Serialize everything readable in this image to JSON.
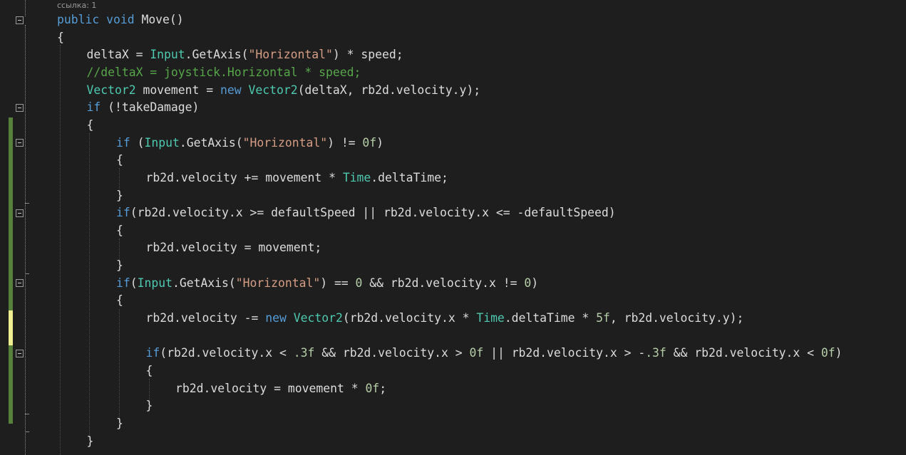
{
  "codelens": "ссылка: 1",
  "colors": {
    "background": "#1e1e1e",
    "text": "#dcdcdc",
    "keyword": "#569cd6",
    "type": "#4ec9b0",
    "string": "#d69d85",
    "number": "#b5cea8",
    "comment": "#57a64a",
    "saved_change": "#57803a",
    "unsaved_change": "#efef91"
  },
  "lines": [
    {
      "indent": 0,
      "tokens": [
        [
          "kw",
          "public"
        ],
        [
          "pl",
          " "
        ],
        [
          "kw",
          "void"
        ],
        [
          "pl",
          " Move()"
        ]
      ]
    },
    {
      "indent": 0,
      "tokens": [
        [
          "pl",
          "{"
        ]
      ]
    },
    {
      "indent": 1,
      "tokens": [
        [
          "pl",
          "deltaX = "
        ],
        [
          "ty",
          "Input"
        ],
        [
          "pl",
          ".GetAxis("
        ],
        [
          "str",
          "\"Horizontal\""
        ],
        [
          "pl",
          ") * speed;"
        ]
      ]
    },
    {
      "indent": 1,
      "tokens": [
        [
          "cm",
          "//deltaX = joystick.Horizontal * speed;"
        ]
      ]
    },
    {
      "indent": 1,
      "tokens": [
        [
          "ty",
          "Vector2"
        ],
        [
          "pl",
          " movement = "
        ],
        [
          "kw",
          "new"
        ],
        [
          "pl",
          " "
        ],
        [
          "ty",
          "Vector2"
        ],
        [
          "pl",
          "(deltaX, rb2d.velocity.y);"
        ]
      ]
    },
    {
      "indent": 1,
      "tokens": [
        [
          "kw",
          "if"
        ],
        [
          "pl",
          " (!takeDamage)"
        ]
      ]
    },
    {
      "indent": 1,
      "tokens": [
        [
          "pl",
          "{"
        ]
      ]
    },
    {
      "indent": 2,
      "tokens": [
        [
          "kw",
          "if"
        ],
        [
          "pl",
          " ("
        ],
        [
          "ty",
          "Input"
        ],
        [
          "pl",
          ".GetAxis("
        ],
        [
          "str",
          "\"Horizontal\""
        ],
        [
          "pl",
          ") != "
        ],
        [
          "num",
          "0f"
        ],
        [
          "pl",
          ")"
        ]
      ]
    },
    {
      "indent": 2,
      "tokens": [
        [
          "pl",
          "{"
        ]
      ]
    },
    {
      "indent": 3,
      "tokens": [
        [
          "pl",
          "rb2d.velocity += movement * "
        ],
        [
          "ty",
          "Time"
        ],
        [
          "pl",
          ".deltaTime;"
        ]
      ]
    },
    {
      "indent": 2,
      "tokens": [
        [
          "pl",
          "}"
        ]
      ]
    },
    {
      "indent": 2,
      "tokens": [
        [
          "kw",
          "if"
        ],
        [
          "pl",
          "(rb2d.velocity.x >= defaultSpeed || rb2d.velocity.x <= -defaultSpeed)"
        ]
      ]
    },
    {
      "indent": 2,
      "tokens": [
        [
          "pl",
          "{"
        ]
      ]
    },
    {
      "indent": 3,
      "tokens": [
        [
          "pl",
          "rb2d.velocity = movement;"
        ]
      ]
    },
    {
      "indent": 2,
      "tokens": [
        [
          "pl",
          "}"
        ]
      ]
    },
    {
      "indent": 2,
      "tokens": [
        [
          "kw",
          "if"
        ],
        [
          "pl",
          "("
        ],
        [
          "ty",
          "Input"
        ],
        [
          "pl",
          ".GetAxis("
        ],
        [
          "str",
          "\"Horizontal\""
        ],
        [
          "pl",
          ") == "
        ],
        [
          "num",
          "0"
        ],
        [
          "pl",
          " && rb2d.velocity.x != "
        ],
        [
          "num",
          "0"
        ],
        [
          "pl",
          ")"
        ]
      ]
    },
    {
      "indent": 2,
      "tokens": [
        [
          "pl",
          "{"
        ]
      ]
    },
    {
      "indent": 3,
      "tokens": [
        [
          "pl",
          "rb2d.velocity -= "
        ],
        [
          "kw",
          "new"
        ],
        [
          "pl",
          " "
        ],
        [
          "ty",
          "Vector2"
        ],
        [
          "pl",
          "(rb2d.velocity.x * "
        ],
        [
          "ty",
          "Time"
        ],
        [
          "pl",
          ".deltaTime * "
        ],
        [
          "num",
          "5f"
        ],
        [
          "pl",
          ", rb2d.velocity.y);"
        ]
      ]
    },
    {
      "indent": 3,
      "tokens": []
    },
    {
      "indent": 3,
      "tokens": [
        [
          "kw",
          "if"
        ],
        [
          "pl",
          "(rb2d.velocity.x < "
        ],
        [
          "num",
          ".3f"
        ],
        [
          "pl",
          " && rb2d.velocity.x > "
        ],
        [
          "num",
          "0f"
        ],
        [
          "pl",
          " || rb2d.velocity.x > -"
        ],
        [
          "num",
          ".3f"
        ],
        [
          "pl",
          " && rb2d.velocity.x < "
        ],
        [
          "num",
          "0f"
        ],
        [
          "pl",
          ")"
        ]
      ]
    },
    {
      "indent": 3,
      "tokens": [
        [
          "pl",
          "{"
        ]
      ]
    },
    {
      "indent": 4,
      "tokens": [
        [
          "pl",
          "rb2d.velocity = movement * "
        ],
        [
          "num",
          "0f"
        ],
        [
          "pl",
          ";"
        ]
      ]
    },
    {
      "indent": 3,
      "tokens": [
        [
          "pl",
          "}"
        ]
      ]
    },
    {
      "indent": 2,
      "tokens": [
        [
          "pl",
          "}"
        ]
      ]
    },
    {
      "indent": 1,
      "tokens": [
        [
          "pl",
          "}"
        ]
      ]
    }
  ]
}
